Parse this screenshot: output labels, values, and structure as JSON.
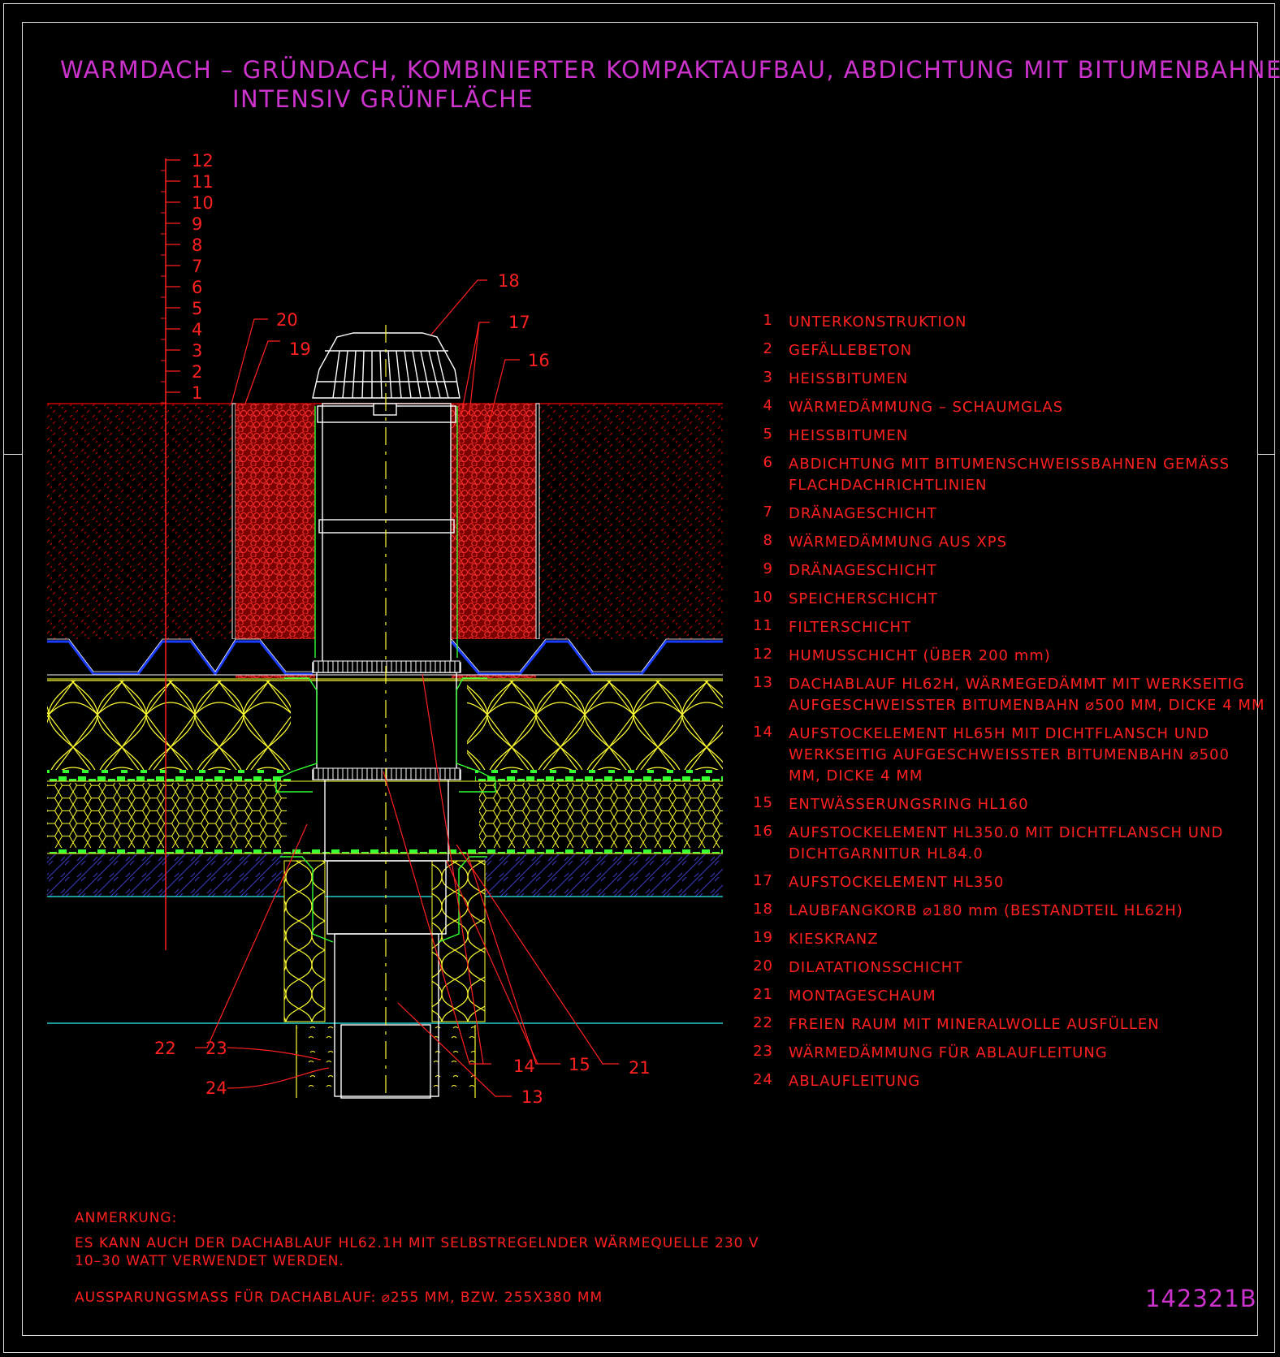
{
  "title": {
    "line1": "WARMDACH – GRÜNDACH, KOMBINIERTER KOMPAKTAUFBAU, ABDICHTUNG MIT BITUMENBAHNEN",
    "line2": "INTENSIV GRÜNFLÄCHE"
  },
  "colors": {
    "background": "#000000",
    "title": "#cc33cc",
    "text": "#ff2020",
    "humus": "#cc0000",
    "insulation": "#ffff33",
    "drain": "#0022ff",
    "green_layer": "#33ff33",
    "pipe": "#ffffff",
    "concrete": "#3333aa",
    "leader": "#ff2020",
    "axis": "#ffff33"
  },
  "layer_scale": [
    "12",
    "11",
    "10",
    "9",
    "8",
    "7",
    "6",
    "5",
    "4",
    "3",
    "2",
    "1"
  ],
  "drawing_callouts": [
    "18",
    "20",
    "19",
    "17",
    "16",
    "22",
    "23",
    "24",
    "14",
    "15",
    "21",
    "13"
  ],
  "legend": [
    {
      "num": "1",
      "text": "UNTERKONSTRUKTION"
    },
    {
      "num": "2",
      "text": "GEFÄLLEBETON"
    },
    {
      "num": "3",
      "text": "HEISSBITUMEN"
    },
    {
      "num": "4",
      "text": "WÄRMEDÄMMUNG – SCHAUMGLAS"
    },
    {
      "num": "5",
      "text": "HEISSBITUMEN"
    },
    {
      "num": "6",
      "text": "ABDICHTUNG MIT BITUMENSCHWEISSBAHNEN GEMÄSS FLACHDACHRICHTLINIEN"
    },
    {
      "num": "7",
      "text": "DRÄNAGESCHICHT"
    },
    {
      "num": "8",
      "text": "WÄRMEDÄMMUNG AUS XPS"
    },
    {
      "num": "9",
      "text": "DRÄNAGESCHICHT"
    },
    {
      "num": "10",
      "text": "SPEICHERSCHICHT"
    },
    {
      "num": "11",
      "text": "FILTERSCHICHT"
    },
    {
      "num": "12",
      "text": "HUMUSSCHICHT (ÜBER 200 mm)"
    },
    {
      "num": "13",
      "text": "DACHABLAUF HL62H, WÄRMEGEDÄMMT MIT WERKSEITIG AUFGESCHWEISSTER BITUMENBAHN ⌀500 MM, DICKE 4 MM"
    },
    {
      "num": "14",
      "text": "AUFSTOCKELEMENT HL65H MIT DICHTFLANSCH UND WERKSEITIG AUFGESCHWEISSTER BITUMENBAHN ⌀500 MM, DICKE 4 MM"
    },
    {
      "num": "15",
      "text": "ENTWÄSSERUNGSRING HL160"
    },
    {
      "num": "16",
      "text": "AUFSTOCKELEMENT HL350.0 MIT DICHTFLANSCH UND DICHTGARNITUR HL84.0"
    },
    {
      "num": "17",
      "text": "AUFSTOCKELEMENT HL350"
    },
    {
      "num": "18",
      "text": "LAUBFANGKORB ⌀180 mm (BESTANDTEIL HL62H)"
    },
    {
      "num": "19",
      "text": "KIESKRANZ"
    },
    {
      "num": "20",
      "text": "DILATATIONSSCHICHT"
    },
    {
      "num": "21",
      "text": "MONTAGESCHAUM"
    },
    {
      "num": "22",
      "text": "FREIEN RAUM MIT MINERALWOLLE AUSFÜLLEN"
    },
    {
      "num": "23",
      "text": "WÄRMEDÄMMUNG FÜR ABLAUFLEITUNG"
    },
    {
      "num": "24",
      "text": "ABLAUFLEITUNG"
    }
  ],
  "notes": {
    "heading": "ANMERKUNG:",
    "line1": "ES KANN AUCH DER DACHABLAUF HL62.1H MIT SELBSTREGELNDER WÄRMEQUELLE 230 V",
    "line2": "10–30 WATT VERWENDET WERDEN.",
    "line3": "AUSSPARUNGSMASS FÜR DACHABLAUF: ⌀255 MM, BZW. 255X380 MM"
  },
  "drawing_number": "142321B"
}
